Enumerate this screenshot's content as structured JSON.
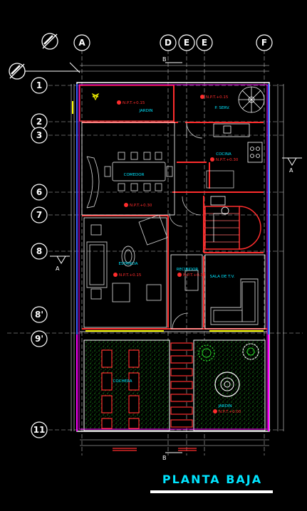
{
  "title": "PLANTA BAJA",
  "grid_columns": [
    "A",
    "D",
    "E",
    "E",
    "F"
  ],
  "grid_rows": [
    "1",
    "2",
    "3",
    "6",
    "7",
    "8",
    "8'",
    "9'",
    "11"
  ],
  "section_marks": [
    "A",
    "A",
    "B",
    "B"
  ],
  "rooms": {
    "jardin_top": "JARDIN",
    "patio_servicio": "P. SERV.",
    "comedor": "COMEDOR",
    "cocina": "COCINA",
    "estancia": "ESTANCIA",
    "recibidor": "RECIBIDOR",
    "sala_tv": "SALA DE T.V.",
    "cochera": "COCHERA",
    "jardin_bottom": "JARDIN"
  },
  "levels": {
    "jardin_top": "N.P.T.+0.15",
    "patio_servicio": "N.P.T.+0.15",
    "cocina": "N.P.T.+0.30",
    "comedor": "N.P.T.+0.30",
    "estancia": "N.P.T.+0.15",
    "recibidor": "N.P.T.+0.30",
    "jardin_bottom": "N.P.T.+0.00"
  },
  "colors": {
    "background": "#000000",
    "wall": "#ff2d2d",
    "outline": "#ffffff",
    "magenta": "#ff00ff",
    "blue": "#3a5bff",
    "green": "#2bdc2b",
    "yellow": "#ffff00",
    "cyan": "#00e5ff",
    "furniture": "#c8c8c8"
  }
}
